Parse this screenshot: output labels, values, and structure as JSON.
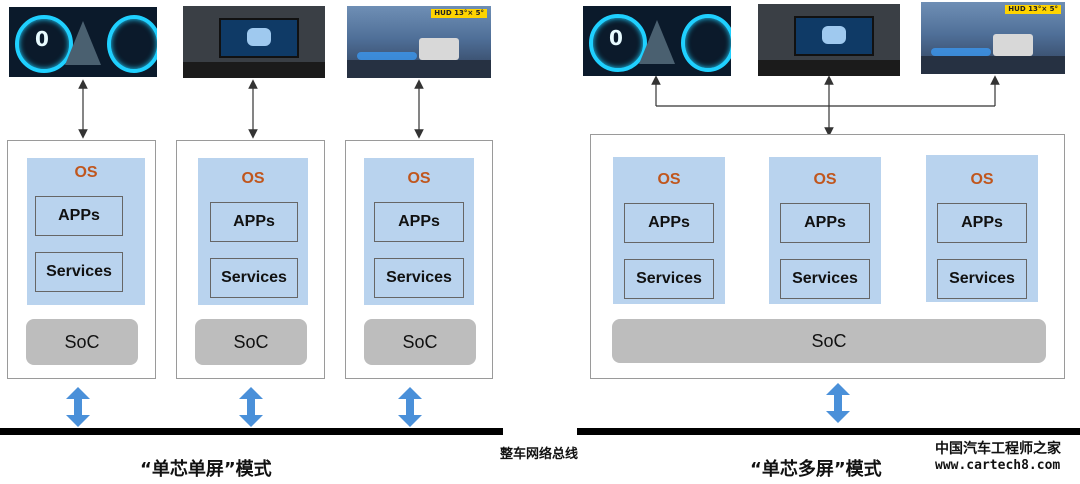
{
  "labels": {
    "os": "OS",
    "apps": "APPs",
    "services": "Services",
    "soc": "SoC"
  },
  "bus_label": "整车网络总线",
  "left_caption": "“单芯单屏”模式",
  "right_caption": "“单芯多屏”模式",
  "hud_banner": "HUD 13°× 5°",
  "watermark": {
    "line1": "中国汽车工程师之家",
    "line2": "www.cartech8.com"
  },
  "colors": {
    "os_text": "#c0561d",
    "os_fill": "#b9d3ee",
    "soc_fill": "#bdbdbd",
    "arrow_blue": "#4a90d9"
  },
  "icons": [
    "instrument-cluster-screen",
    "center-display-screen",
    "hud-screen",
    "double-arrow"
  ]
}
